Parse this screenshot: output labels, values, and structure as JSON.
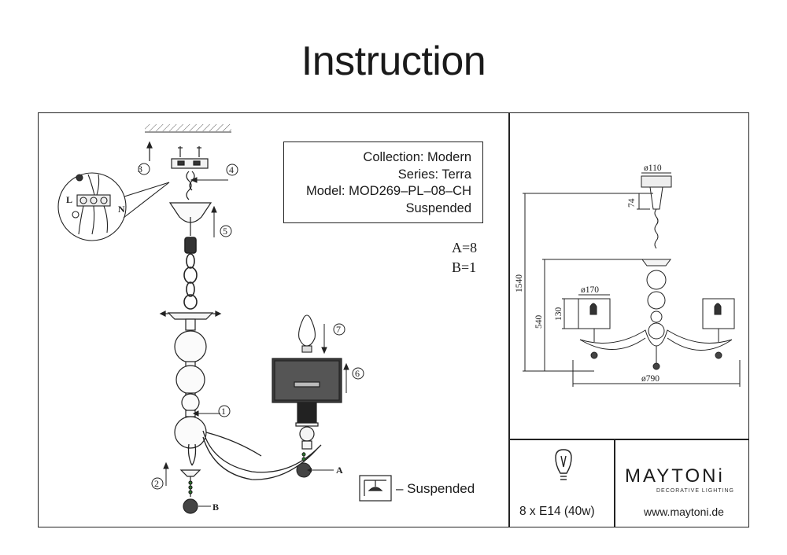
{
  "title": "Instruction",
  "info": {
    "collection": "Collection: Modern",
    "series": "Series: Terra",
    "model": "Model: MOD269–PL–08–CH",
    "type": "Suspended"
  },
  "counts": {
    "a": "A=8",
    "b": "B=1"
  },
  "legend": {
    "text": "– Suspended"
  },
  "bulb": {
    "spec": "8 x E14 (40w)"
  },
  "brand": {
    "name": "MAYTONi",
    "tagline": "DECORATIVE LIGHTING",
    "website": "www.maytoni.de"
  },
  "steps": {
    "s1": "1",
    "s2": "2",
    "s3": "3",
    "s4": "4",
    "s5": "5",
    "s6": "6",
    "s7": "7"
  },
  "parts": {
    "a": "A",
    "b": "B"
  },
  "wiring": {
    "l": "L",
    "n": "N"
  },
  "dimensions": {
    "d110": "ø110",
    "h74": "74",
    "h1540": "1540",
    "d170": "ø170",
    "h130": "130",
    "h540": "540",
    "d790": "ø790"
  }
}
